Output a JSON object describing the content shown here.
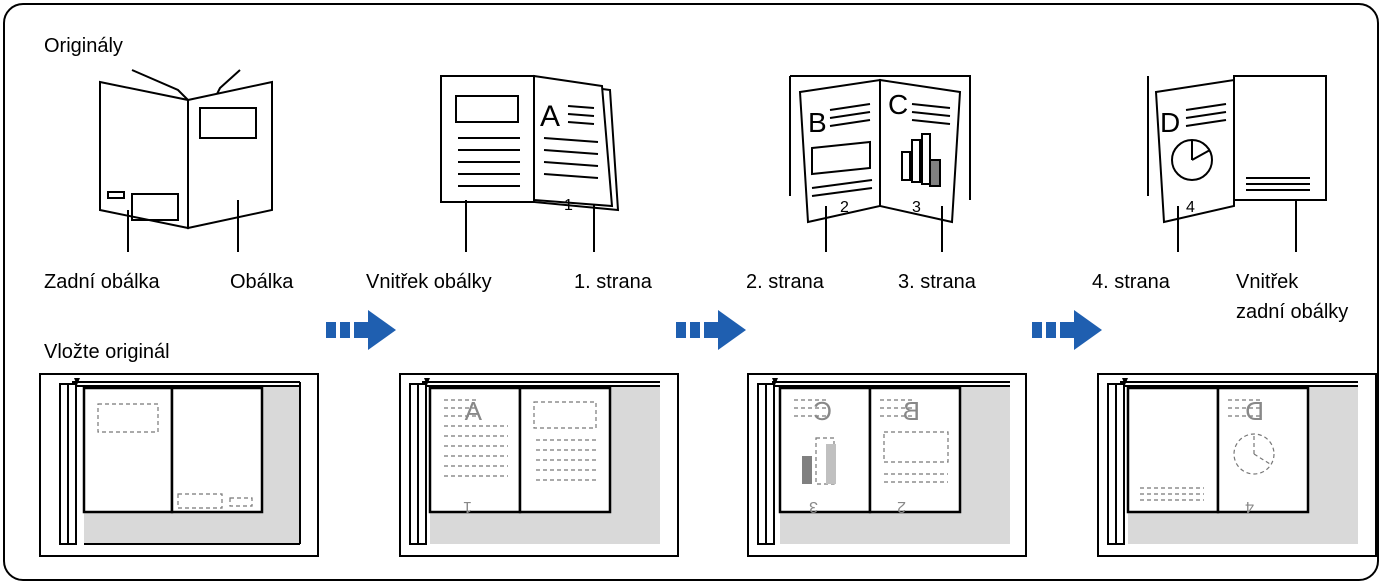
{
  "section_originals": "Originály",
  "section_insert": "Vložte originál",
  "steps": [
    {
      "left_label": "Zadní obálka",
      "right_label": "Obálka"
    },
    {
      "left_label": "Vnitřek obálky",
      "right_label": "1. strana"
    },
    {
      "left_label": "2. strana",
      "right_label": "3. strana"
    },
    {
      "left_label": "4. strana",
      "right_label_line1": "Vnitřek",
      "right_label_line2": "zadní obálky"
    }
  ],
  "page_letters": {
    "a": "A",
    "b": "B",
    "c": "C",
    "d": "D"
  },
  "page_numbers": {
    "p1": "1",
    "p2": "2",
    "p3": "3",
    "p4": "4"
  },
  "colors": {
    "arrow": "#1f5fb0",
    "glass": "#d9d9d9",
    "gray_bar": "#808080",
    "light_bar": "#c0c0c0"
  }
}
